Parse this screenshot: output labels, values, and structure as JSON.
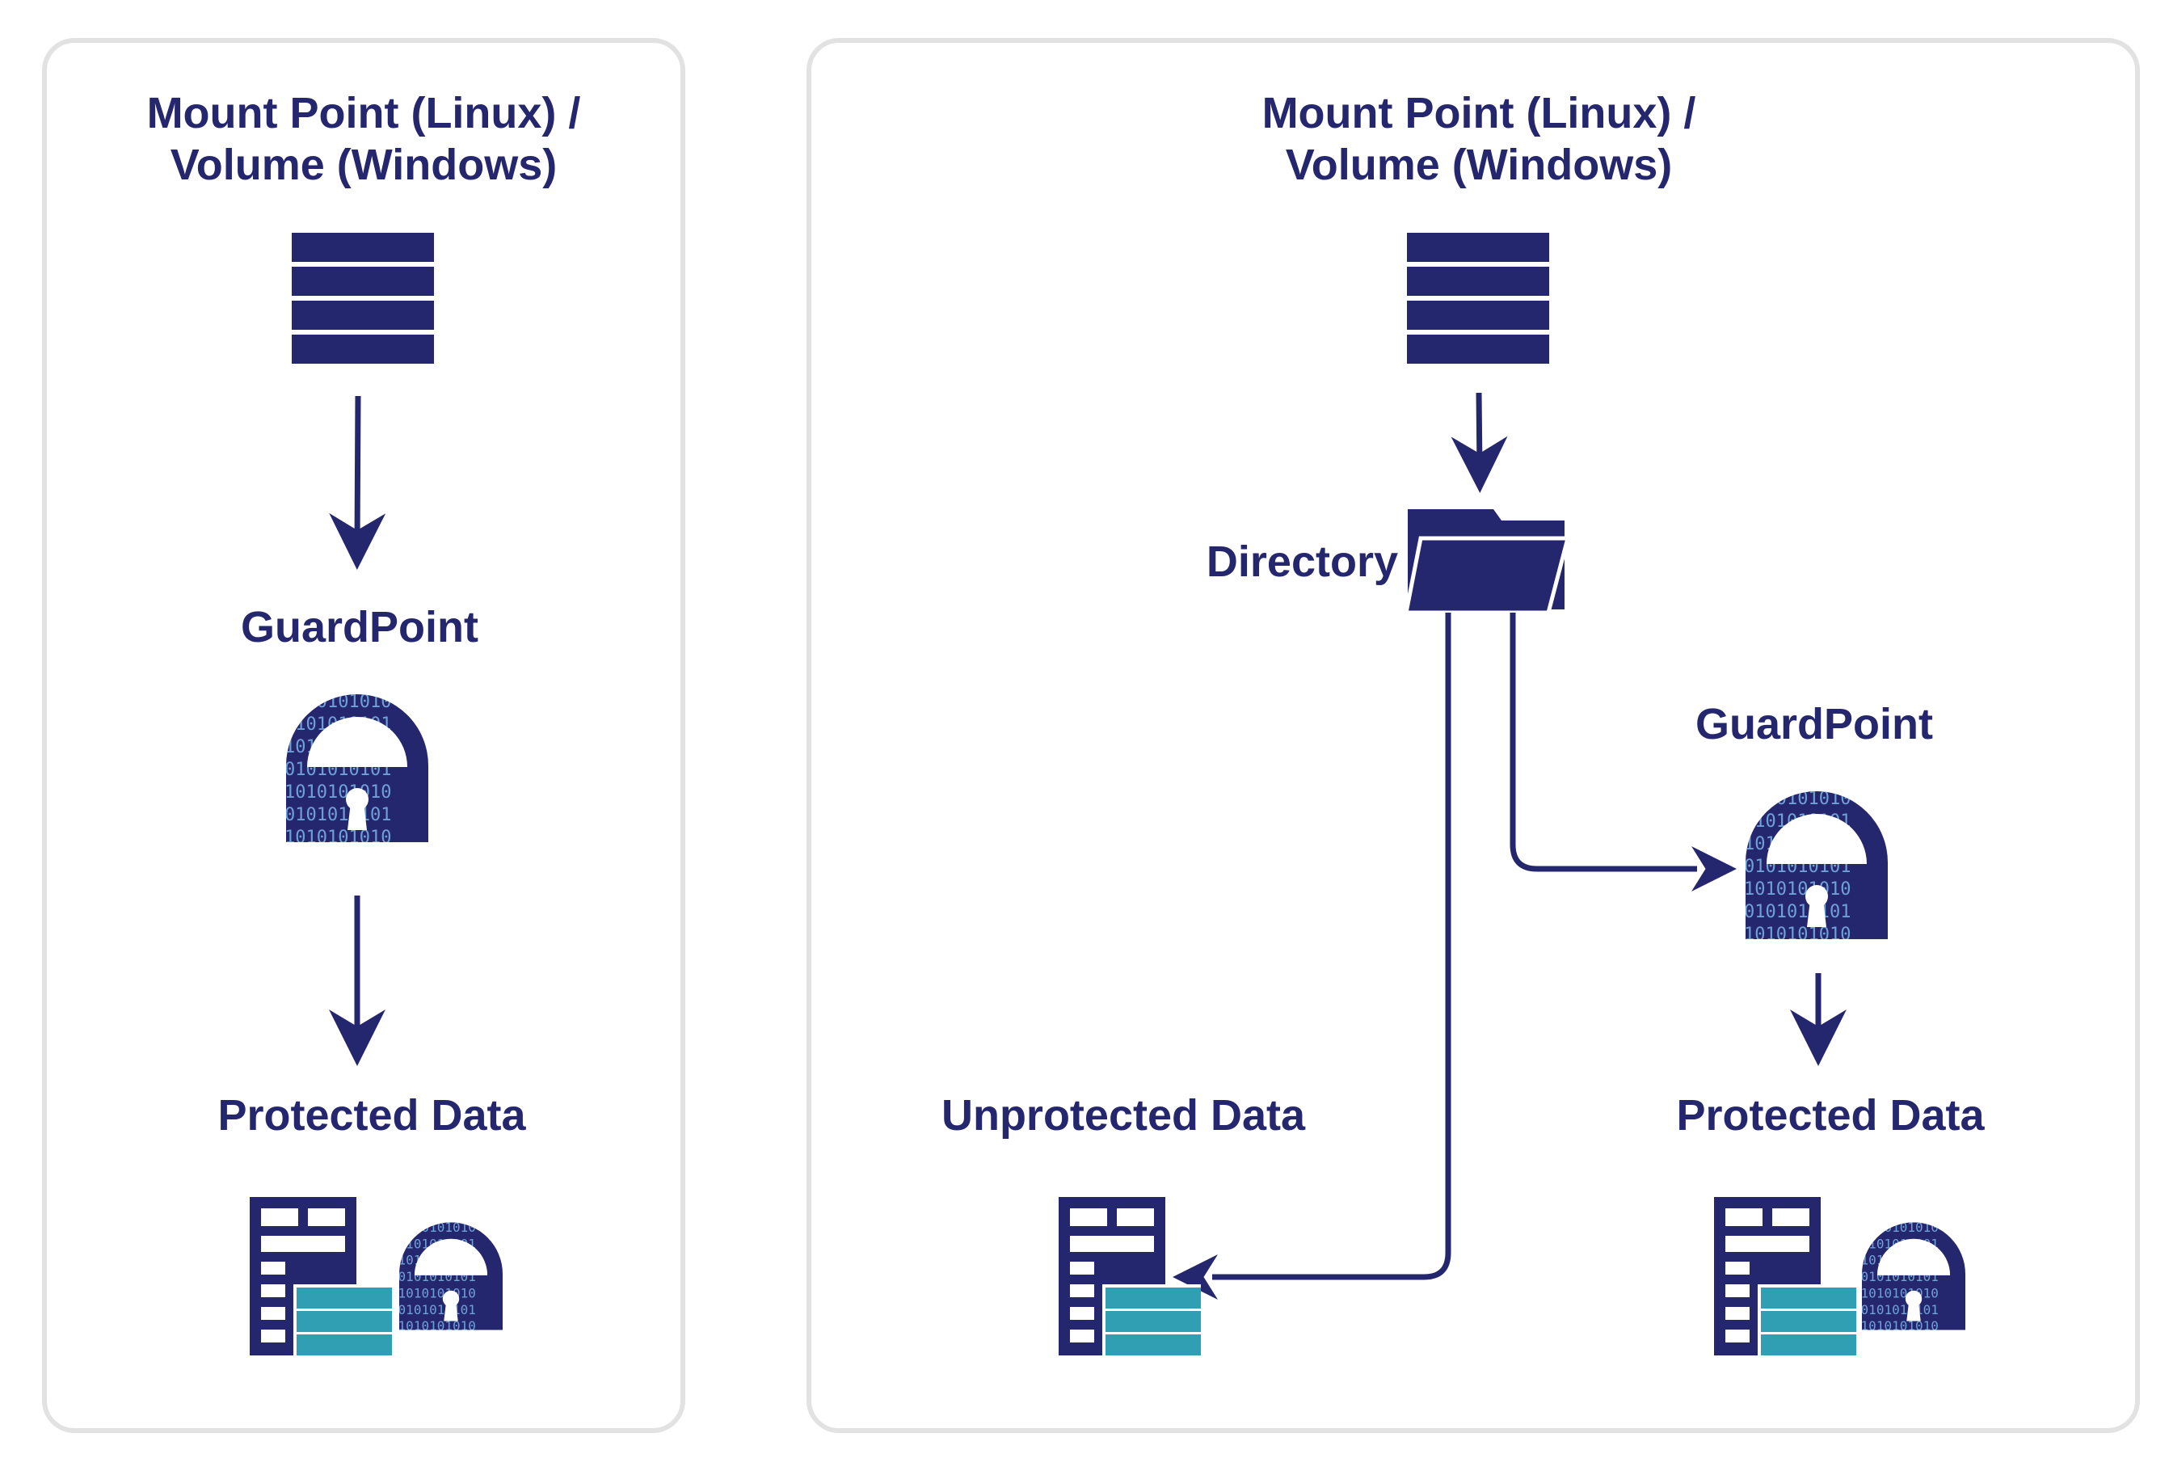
{
  "left_panel": {
    "mount_point_line1": "Mount Point (Linux) /",
    "mount_point_line2": "Volume (Windows)",
    "guardpoint_label": "GuardPoint",
    "protected_label": "Protected Data"
  },
  "right_panel": {
    "mount_point_line1": "Mount Point (Linux) /",
    "mount_point_line2": "Volume (Windows)",
    "directory_label": "Directory",
    "guardpoint_label": "GuardPoint",
    "unprotected_label": "Unprotected Data",
    "protected_label": "Protected Data"
  },
  "lock_binary_text": "0101010101",
  "colors": {
    "navy": "#25276e",
    "teal": "#319fb3",
    "binary": "#6fa0d6",
    "panel_border": "#e2e2e2"
  }
}
